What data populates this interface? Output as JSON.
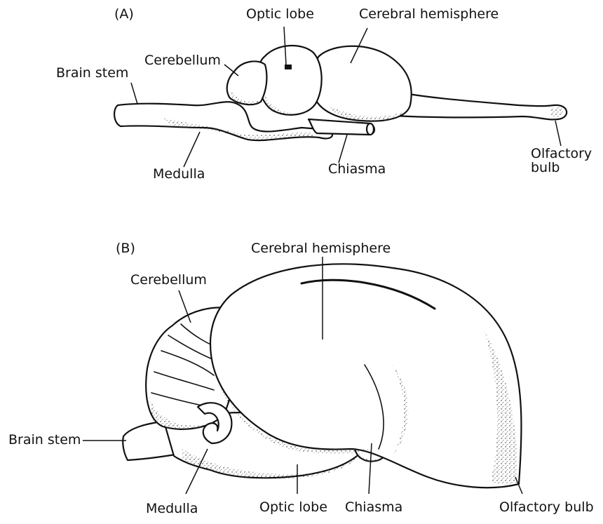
{
  "panel_a": {
    "tag": "(A)",
    "labels": {
      "optic_lobe": "Optic lobe",
      "cerebral_hemisphere": "Cerebral hemisphere",
      "cerebellum": "Cerebellum",
      "brain_stem": "Brain stem",
      "medulla": "Medulla",
      "chiasma": "Chiasma",
      "olfactory_bulb": "Olfactory\nbulb"
    }
  },
  "panel_b": {
    "tag": "(B)",
    "labels": {
      "cerebral_hemisphere": "Cerebral hemisphere",
      "cerebellum": "Cerebellum",
      "brain_stem": "Brain stem",
      "medulla": "Medulla",
      "optic_lobe": "Optic lobe",
      "chiasma": "Chiasma",
      "olfactory_bulb": "Olfactory bulb"
    }
  }
}
